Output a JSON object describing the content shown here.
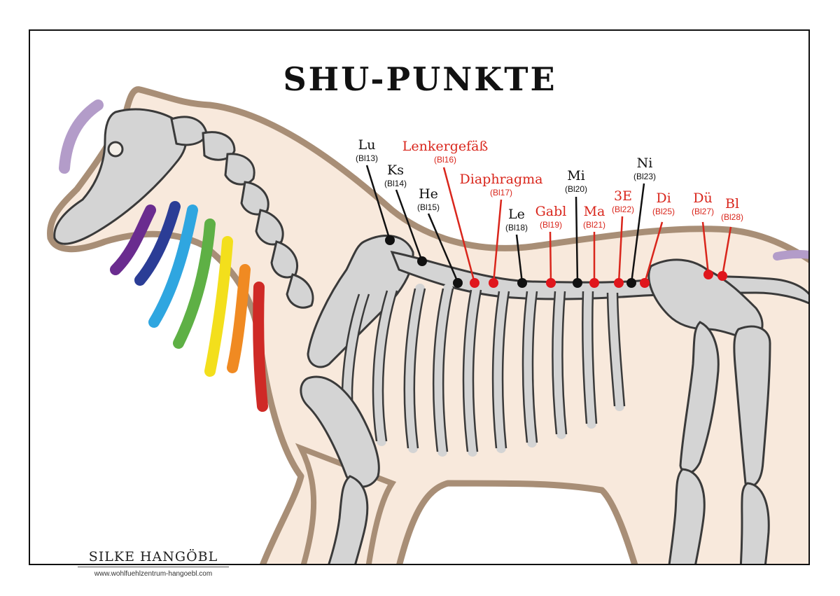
{
  "title": "SHU-PUNKTE",
  "points": [
    {
      "name": "Lu",
      "code": "(Bl13)",
      "color": "black"
    },
    {
      "name": "Ks",
      "code": "(Bl14)",
      "color": "black"
    },
    {
      "name": "He",
      "code": "(Bl15)",
      "color": "black"
    },
    {
      "name": "Lenkergefäß",
      "code": "(Bl16)",
      "color": "red"
    },
    {
      "name": "Diaphragma",
      "code": "(Bl17)",
      "color": "red"
    },
    {
      "name": "Le",
      "code": "(Bl18)",
      "color": "black"
    },
    {
      "name": "Gabl",
      "code": "(Bl19)",
      "color": "red"
    },
    {
      "name": "Mi",
      "code": "(Bl20)",
      "color": "black"
    },
    {
      "name": "Ma",
      "code": "(Bl21)",
      "color": "red"
    },
    {
      "name": "3E",
      "code": "(Bl22)",
      "color": "red"
    },
    {
      "name": "Ni",
      "code": "(Bl23)",
      "color": "black"
    },
    {
      "name": "Di",
      "code": "(Bl25)",
      "color": "red"
    },
    {
      "name": "Dü",
      "code": "(Bl27)",
      "color": "red"
    },
    {
      "name": "Bl",
      "code": "(Bl28)",
      "color": "red"
    }
  ],
  "brand": {
    "name": "SILKE HANGÖBL",
    "url": "www.wohlfuehlzentrum-hangoebl.com"
  },
  "colors": {
    "red": "#d9261c",
    "black": "#111111",
    "body_fill": "#f8e9dc",
    "outline": "#a88e76",
    "bone": "#d4d4d4",
    "bone_stroke": "#3a3a3a",
    "mane": [
      "#b39cc9",
      "#6a2c8f",
      "#2b3d96",
      "#2fa6e0",
      "#5eb045",
      "#f3df1c",
      "#f08a22",
      "#cf2a26"
    ]
  }
}
